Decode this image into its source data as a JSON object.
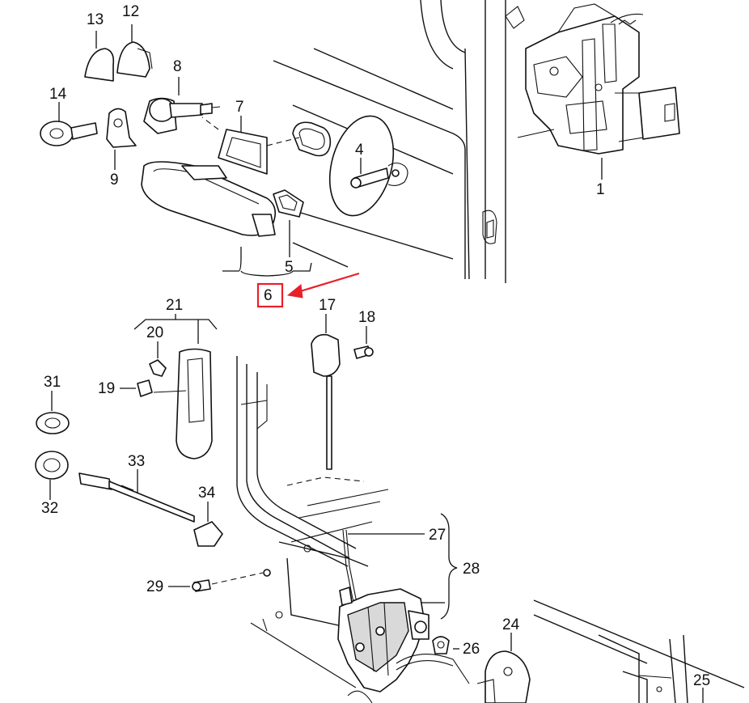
{
  "labels": {
    "p1": "1",
    "p4": "4",
    "p5": "5",
    "p6": "6",
    "p7": "7",
    "p8": "8",
    "p9": "9",
    "p12": "12",
    "p13": "13",
    "p14": "14",
    "p17": "17",
    "p18": "18",
    "p19": "19",
    "p20": "20",
    "p21": "21",
    "p24": "24",
    "p25": "25",
    "p26": "26",
    "p27": "27",
    "p28": "28",
    "p29": "29",
    "p31": "31",
    "p32": "32",
    "p33": "33",
    "p34": "34"
  },
  "highlight": {
    "part_number": "6",
    "color": "#e8202a"
  }
}
